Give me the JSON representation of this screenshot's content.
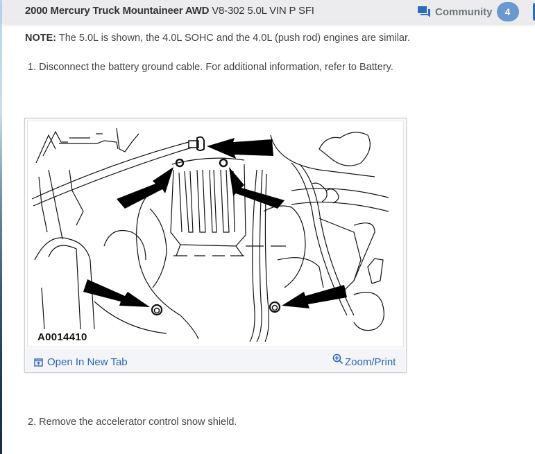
{
  "header": {
    "title_bold": "2000 Mercury Truck Mountaineer AWD",
    "title_rest": " V8-302 5.0L VIN P SFI",
    "community_label": "Community",
    "community_count": "4",
    "icons": {
      "community": "chat-bubbles-icon"
    }
  },
  "content": {
    "note_label": "NOTE:",
    "note_text": " The 5.0L is shown, the 4.0L SOHC and the 4.0L (push rod) engines are similar.",
    "steps": [
      {
        "text": "1. Disconnect the battery ground cable. For additional information, refer to Battery."
      },
      {
        "text": "2. Remove the accelerator control snow shield."
      }
    ]
  },
  "figure": {
    "label": "A0014410",
    "description": "Engine line drawing with arrows pointing to intake plenum bolts and connector",
    "open_tab_label": "Open In New Tab",
    "zoom_print_label": "Zoom/Print",
    "icons": {
      "open_tab": "open-in-new-tab-icon",
      "zoom": "zoom-in-icon"
    }
  },
  "colors": {
    "header_bg": "#ececee",
    "link": "#2b65b4",
    "badge": "#6a99cf",
    "community_icon": "#2b6cc0"
  }
}
